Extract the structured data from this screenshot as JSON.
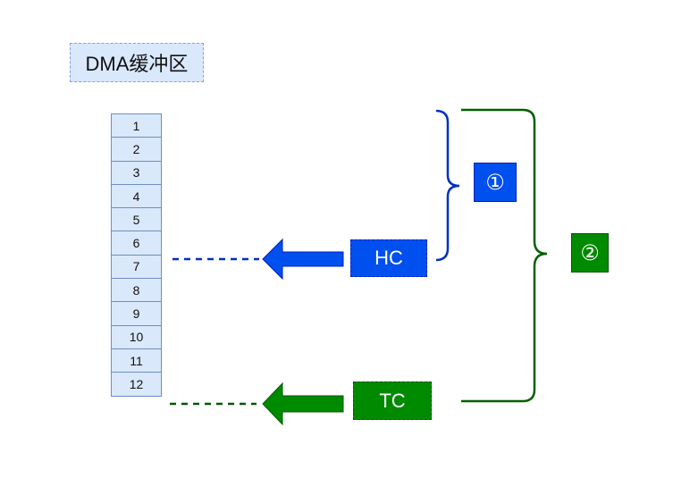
{
  "title": "DMA缓冲区",
  "buffer_cells": [
    "1",
    "2",
    "3",
    "4",
    "5",
    "6",
    "7",
    "8",
    "9",
    "10",
    "11",
    "12"
  ],
  "hc_label": "HC",
  "tc_label": "TC",
  "step1_label": "①",
  "step2_label": "②",
  "colors": {
    "blue": "#0050ef",
    "green": "#008a00",
    "cell_fill": "#dae8fc",
    "cell_border": "#6c8ebf"
  }
}
